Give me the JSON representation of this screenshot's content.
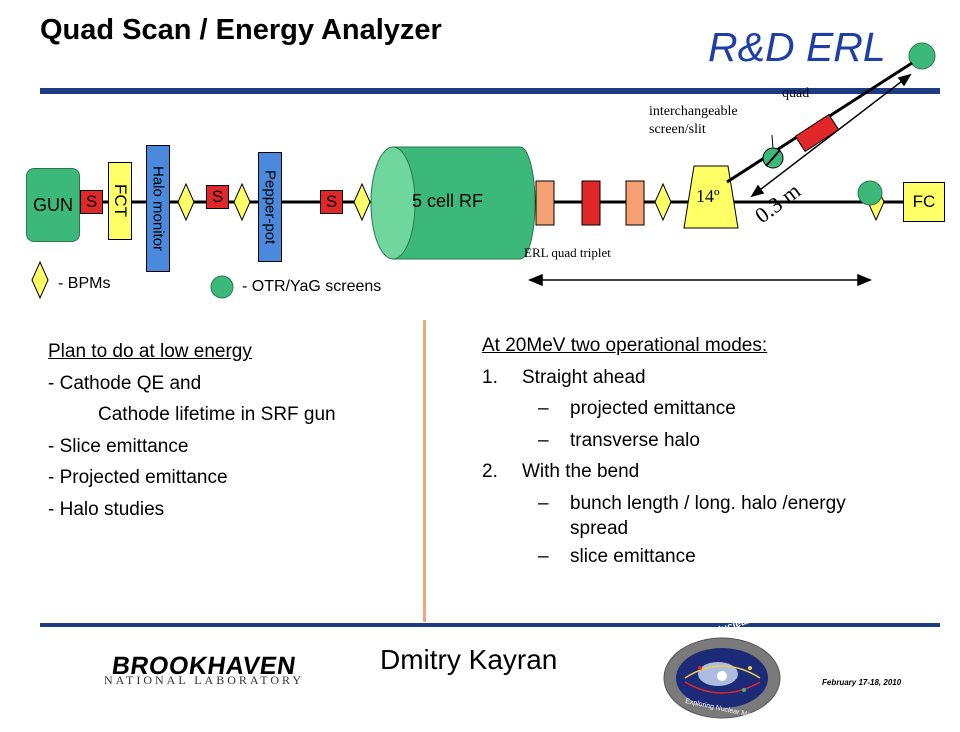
{
  "slide": {
    "title": "Quad Scan / Energy Analyzer",
    "brand": "R&D ERL",
    "author": "Dmitry Kayran",
    "date": "February 17-18, 2010"
  },
  "beamline": {
    "gun": "GUN",
    "s_label": "S",
    "fct": "FCT",
    "halo_monitor": "Halo monitor",
    "pepper_pot": "Pepper-pot",
    "rf_cavity": "5 cell RF",
    "angle": "14º",
    "fc": "FC",
    "quad": "quad",
    "screen_slit_line1": "interchangeable",
    "screen_slit_line2": "screen/slit",
    "distance": "0.3 m",
    "triplet": "ERL quad triplet"
  },
  "legend": {
    "bpms": "- BPMs",
    "screens": "- OTR/YaG screens"
  },
  "left_notes": {
    "heading": "Plan to do at low energy",
    "items": [
      "- Cathode QE and",
      "Cathode lifetime in SRF gun",
      "- Slice emittance",
      "- Projected emittance",
      "- Halo studies"
    ]
  },
  "right_notes": {
    "heading": "At 20MeV two operational modes:",
    "mode1_num": "1.",
    "mode1": "Straight ahead",
    "mode1_sub1": "projected emittance",
    "mode1_sub2": "transverse halo",
    "mode2_num": "2.",
    "mode2": "With the bend",
    "mode2_sub1_line1": "bunch length / long. halo /energy",
    "mode2_sub1_line2": "spread",
    "mode2_sub2": "slice emittance",
    "dash": "–"
  },
  "logos": {
    "bnl_main": "BROOKHAVEN",
    "bnl_sub": "NATIONAL LABORATORY",
    "office_top": "Office of Nuclear Physics",
    "office_bottom": "Exploring Nuclear Matter - Quarks to Stars"
  },
  "colors": {
    "title_blue": "#1f3fa8",
    "rule": "#1d3b83",
    "gun_green": "#3cb97a",
    "solenoid_red": "#e0282a",
    "bpm_yellow": "#ffff66",
    "monitor_blue": "#4a89dc",
    "quad_orange": "#f4a072",
    "divider": "#f0a878"
  }
}
